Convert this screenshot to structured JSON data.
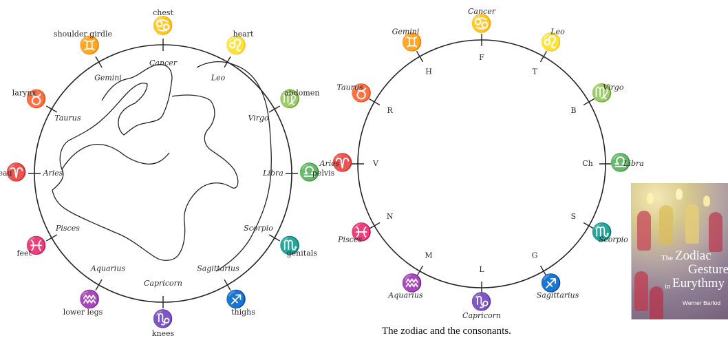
{
  "left_diagram": {
    "signs": [
      {
        "id": "cancer",
        "name": "Cancer",
        "glyph": "♋",
        "body": "chest"
      },
      {
        "id": "leo",
        "name": "Leo",
        "glyph": "♌",
        "body": "heart"
      },
      {
        "id": "virgo",
        "name": "Virgo",
        "glyph": "♍",
        "body": "abdomen"
      },
      {
        "id": "libra",
        "name": "Libra",
        "glyph": "♎",
        "body": "pelvis"
      },
      {
        "id": "scorpio",
        "name": "Scorpio",
        "glyph": "♏",
        "body": "genitals"
      },
      {
        "id": "sagittarius",
        "name": "Sagittarius",
        "glyph": "♐",
        "body": "thighs"
      },
      {
        "id": "capricorn",
        "name": "Capricorn",
        "glyph": "♑",
        "body": "knees"
      },
      {
        "id": "aquarius",
        "name": "Aquarius",
        "glyph": "♒",
        "body": "lower legs"
      },
      {
        "id": "pisces",
        "name": "Pisces",
        "glyph": "♓",
        "body": "feet"
      },
      {
        "id": "aries",
        "name": "Aries",
        "glyph": "♈",
        "body": "head"
      },
      {
        "id": "taurus",
        "name": "Taurus",
        "glyph": "♉",
        "body": "larynx"
      },
      {
        "id": "gemini",
        "name": "Gemini",
        "glyph": "♊",
        "body": "shoulder girdle"
      }
    ]
  },
  "right_diagram": {
    "signs": [
      {
        "id": "cancer",
        "name": "Cancer",
        "glyph": "♋",
        "consonant": "F"
      },
      {
        "id": "leo",
        "name": "Leo",
        "glyph": "♌",
        "consonant": "T"
      },
      {
        "id": "virgo",
        "name": "Virgo",
        "glyph": "♍",
        "consonant": "B"
      },
      {
        "id": "libra",
        "name": "Libra",
        "glyph": "♎",
        "consonant": "Ch"
      },
      {
        "id": "scorpio",
        "name": "Scorpio",
        "glyph": "♏",
        "consonant": "S"
      },
      {
        "id": "sagittarius",
        "name": "Sagittarius",
        "glyph": "♐",
        "consonant": "G"
      },
      {
        "id": "capricorn",
        "name": "Capricorn",
        "glyph": "♑",
        "consonant": "L"
      },
      {
        "id": "aquarius",
        "name": "Aquarius",
        "glyph": "♒",
        "consonant": "M"
      },
      {
        "id": "pisces",
        "name": "Pisces",
        "glyph": "♓",
        "consonant": "N"
      },
      {
        "id": "aries",
        "name": "Aries",
        "glyph": "♈",
        "consonant": "V"
      },
      {
        "id": "taurus",
        "name": "Taurus",
        "glyph": "♉",
        "consonant": "R"
      },
      {
        "id": "gemini",
        "name": "Gemini",
        "glyph": "♊",
        "consonant": "H"
      }
    ],
    "caption": "The zodiac and the consonants."
  },
  "book": {
    "title_the": "The",
    "title_zodiac": "Zodiac",
    "title_gestures": "Gestures",
    "title_in": "in",
    "title_eurythmy": "Eurythmy",
    "author": "Werner Barfod"
  }
}
